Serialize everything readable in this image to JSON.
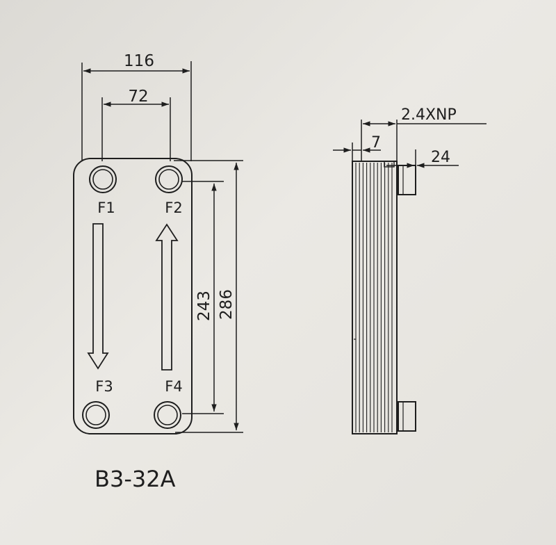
{
  "front_view": {
    "width_dim": "116",
    "port_spacing_dim": "72",
    "port_height_dim": "243",
    "total_height_dim": "286",
    "ports": {
      "f1": "F1",
      "f2": "F2",
      "f3": "F3",
      "f4": "F4"
    }
  },
  "side_view": {
    "thickness_dim": "2.4XNP",
    "base_dim": "7",
    "connection_dim": "24"
  },
  "model_label": "B3-32A",
  "colors": {
    "ink": "#1e1e1e",
    "paper": "#e6e4df"
  }
}
